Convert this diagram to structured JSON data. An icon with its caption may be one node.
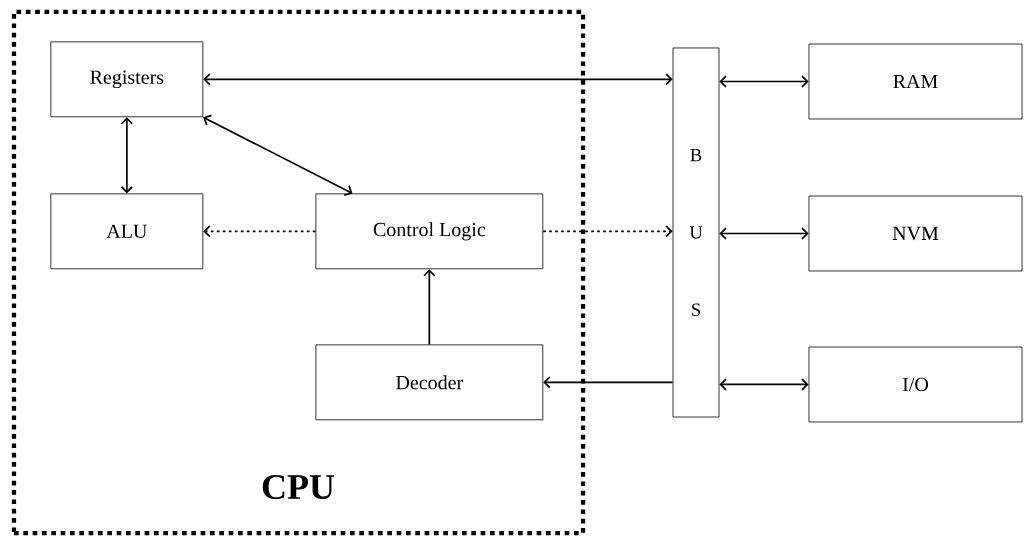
{
  "diagram": {
    "nodes": [
      {
        "text": [
          "CPU"
        ]
      },
      {
        "text": [
          "Registers"
        ],
        "in": 0
      },
      {
        "text": [
          "ALU"
        ],
        "in": 0
      },
      {
        "text": [
          "Control Logic"
        ],
        "in": 0
      },
      {
        "text": [
          "Decoder"
        ],
        "in": 0
      },
      {
        "text": [
          "B U S"
        ]
      },
      {
        "text": [
          "RAM"
        ]
      },
      {
        "text": [
          "NVM"
        ]
      },
      {
        "text": [
          "I/O"
        ]
      }
    ],
    "edges": [
      {
        "from": 1,
        "to": 5,
        "arrow": "both"
      },
      {
        "from": 1,
        "to": 2,
        "arrow": "both"
      },
      {
        "from": 1,
        "to": 3,
        "arrow": "both"
      },
      {
        "from": 3,
        "to": 2,
        "arrow": "to",
        "style": "dashed"
      },
      {
        "from": 3,
        "to": 5,
        "arrow": "to",
        "style": "dashed"
      },
      {
        "from": 4,
        "to": 3,
        "arrow": "to"
      },
      {
        "from": 5,
        "to": 4,
        "arrow": "to"
      },
      {
        "from": 5,
        "to": 6,
        "arrow": "both"
      },
      {
        "from": 5,
        "to": 7,
        "arrow": "both"
      },
      {
        "from": 5,
        "to": 8,
        "arrow": "both"
      }
    ]
  }
}
